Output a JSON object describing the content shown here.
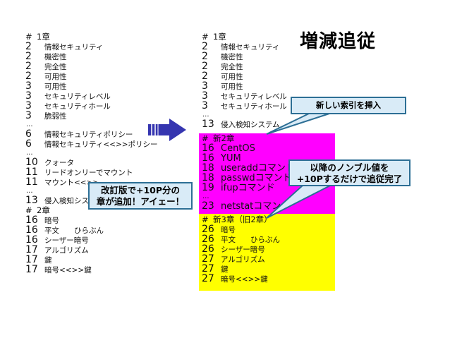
{
  "title": "増減追従",
  "left_column": {
    "lines": [
      {
        "num": "#",
        "text": "1章",
        "kind": "header"
      },
      {
        "num": "2",
        "text": "情報セキュリティ"
      },
      {
        "num": "2",
        "text": "機密性"
      },
      {
        "num": "2",
        "text": "完全性"
      },
      {
        "num": "2",
        "text": "可用性"
      },
      {
        "num": "3",
        "text": "可用性"
      },
      {
        "num": "3",
        "text": "セキュリティレベル"
      },
      {
        "num": "3",
        "text": "セキュリティホール"
      },
      {
        "num": "3",
        "text": "脆弱性"
      },
      {
        "num": "...",
        "text": "",
        "kind": "dots"
      },
      {
        "num": "6",
        "text": "情報セキュリティポリシー"
      },
      {
        "num": "6",
        "text": "情報セキュリティ<<>>ポリシー"
      },
      {
        "num": "...",
        "text": "",
        "kind": "dots"
      },
      {
        "num": "10",
        "text": "クォータ"
      },
      {
        "num": "11",
        "text": "リードオンリーでマウント"
      },
      {
        "num": "11",
        "text": "マウント<<>>"
      },
      {
        "num": "...",
        "text": "",
        "kind": "dots"
      },
      {
        "num": "13",
        "text": "侵入検知システム"
      },
      {
        "num": "#",
        "text": "2章",
        "kind": "header"
      },
      {
        "num": "16",
        "text": "暗号"
      },
      {
        "num": "16",
        "text": "平文　　ひらぶん"
      },
      {
        "num": "16",
        "text": "シーザー暗号"
      },
      {
        "num": "17",
        "text": "アルゴリズム"
      },
      {
        "num": "17",
        "text": "鍵"
      },
      {
        "num": "17",
        "text": "暗号<<>>鍵"
      }
    ]
  },
  "right_column": {
    "lines_top": [
      {
        "num": "#",
        "text": "1章",
        "kind": "header"
      },
      {
        "num": "2",
        "text": "情報セキュリティ"
      },
      {
        "num": "2",
        "text": "機密性"
      },
      {
        "num": "2",
        "text": "完全性"
      },
      {
        "num": "2",
        "text": "可用性"
      },
      {
        "num": "3",
        "text": "可用性"
      },
      {
        "num": "3",
        "text": "セキュリティレベル"
      },
      {
        "num": "3",
        "text": "セキュリティホール"
      },
      {
        "num": "...",
        "text": "",
        "kind": "dots"
      },
      {
        "num": "13",
        "text": "侵入検知システム"
      }
    ],
    "lines_magenta": [
      {
        "num": "#",
        "text": "新2章",
        "kind": "header"
      },
      {
        "num": "16",
        "text": "CentOS",
        "kind": "big"
      },
      {
        "num": "16",
        "text": "YUM",
        "kind": "big"
      },
      {
        "num": "18",
        "text": "useraddコマンド",
        "kind": "big"
      },
      {
        "num": "18",
        "text": "passwdコマンド",
        "kind": "big"
      },
      {
        "num": "19",
        "text": "ifupコマンド",
        "kind": "big"
      },
      {
        "num": "...",
        "text": "",
        "kind": "dots"
      },
      {
        "num": "23",
        "text": "netstatコマンド",
        "kind": "big"
      }
    ],
    "lines_yellow": [
      {
        "num": "#",
        "text": "新3章（旧2章）",
        "kind": "header"
      },
      {
        "num": "26",
        "text": "暗号"
      },
      {
        "num": "26",
        "text": "平文　　ひらぶん"
      },
      {
        "num": "26",
        "text": "シーザー暗号"
      },
      {
        "num": "27",
        "text": "アルゴリズム"
      },
      {
        "num": "27",
        "text": "鍵"
      },
      {
        "num": "27",
        "text": "暗号<<>>鍵"
      }
    ]
  },
  "callouts": {
    "new_index": "新しい索引を挿入",
    "follow_line1": "以降のノンブル値を",
    "follow_line2": "+10Pするだけで追従完了",
    "revision_line1": "改訂版で+10P分の",
    "revision_line2": "章が追加！アイェー！"
  },
  "colors": {
    "magenta_block": "#ff00ff",
    "yellow_block": "#ffff00",
    "callout_fill": "#d9ebf7",
    "callout_border": "#2d6f95",
    "arrow_fill": "#3535b0"
  }
}
